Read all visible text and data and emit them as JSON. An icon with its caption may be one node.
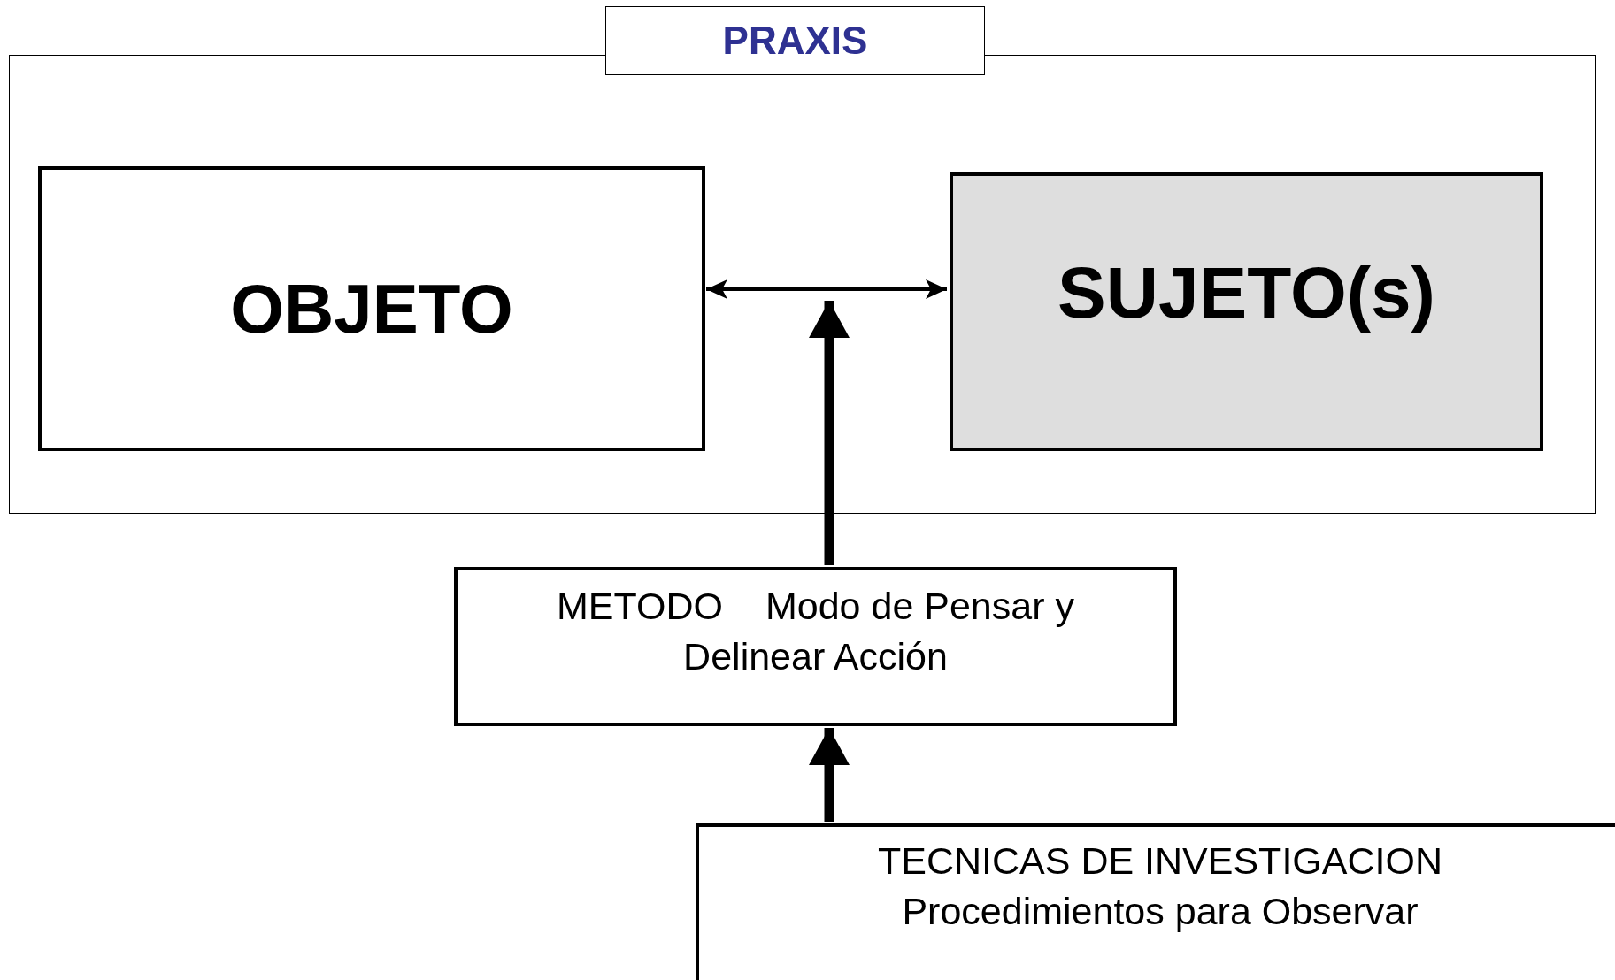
{
  "diagram": {
    "nodes": [
      {
        "text": [
          "PRAXIS"
        ]
      },
      {
        "text": [
          "OBJETO"
        ],
        "in": 0
      },
      {
        "text": [
          "SUJETO(s)"
        ],
        "in": 0
      },
      {
        "text": [
          "METODO",
          "Modo de Pensar y Delinear Acción"
        ]
      },
      {
        "text": [
          "TECNICAS DE INVESTIGACION",
          "Procedimientos para Observar"
        ]
      }
    ],
    "edges": [
      {
        "from": 1,
        "to": 2,
        "arrow": "both"
      },
      {
        "from": 3,
        "to": null,
        "arrow": "to"
      },
      {
        "from": 4,
        "to": 3,
        "arrow": "to"
      }
    ]
  }
}
